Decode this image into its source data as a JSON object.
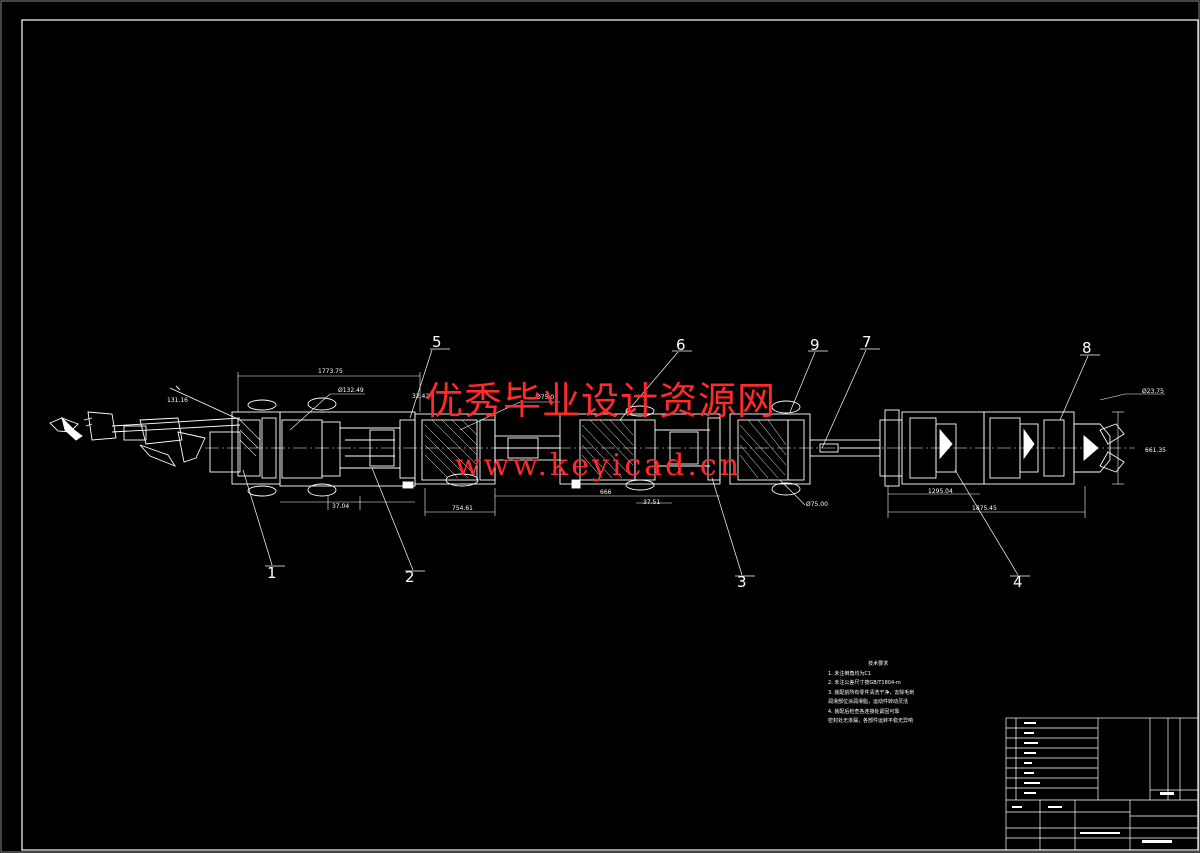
{
  "watermark": {
    "chinese": "优秀毕业设计资源网",
    "url": "www.keyicad.cn"
  },
  "balloons": [
    "1",
    "2",
    "3",
    "4",
    "5",
    "6",
    "7",
    "8",
    "9"
  ],
  "dimensions": {
    "overall_left": "1773.75",
    "overall_right": "1875.45",
    "dia_left": "Ø132.49",
    "dia_mid": "Ø75.0",
    "dia_right_bottom": "Ø75.00",
    "dia_right_top": "Ø23.75",
    "angle_label": "131.16",
    "small_top": "32.42",
    "seg_a": "37.04",
    "seg_b": "754.61",
    "seg_c": "666",
    "seg_d": "37.51",
    "seg_e": "1295.04",
    "height_right": "661.35"
  },
  "tech_notes": {
    "title": "技术要求",
    "lines": [
      "1. 未注倒角均为C1",
      "2. 未注公差尺寸按GB/T1804-m",
      "3. 装配前所有零件清洗干净，去除毛刺",
      "   润滑部位涂润滑脂，运动件转动灵活",
      "4. 装配后检查各连接处紧固可靠",
      "   密封处无渗漏，各部件运转平稳无异响"
    ]
  },
  "colors": {
    "background": "#000000",
    "line": "#ffffff",
    "watermark": "#ff2a2a"
  }
}
